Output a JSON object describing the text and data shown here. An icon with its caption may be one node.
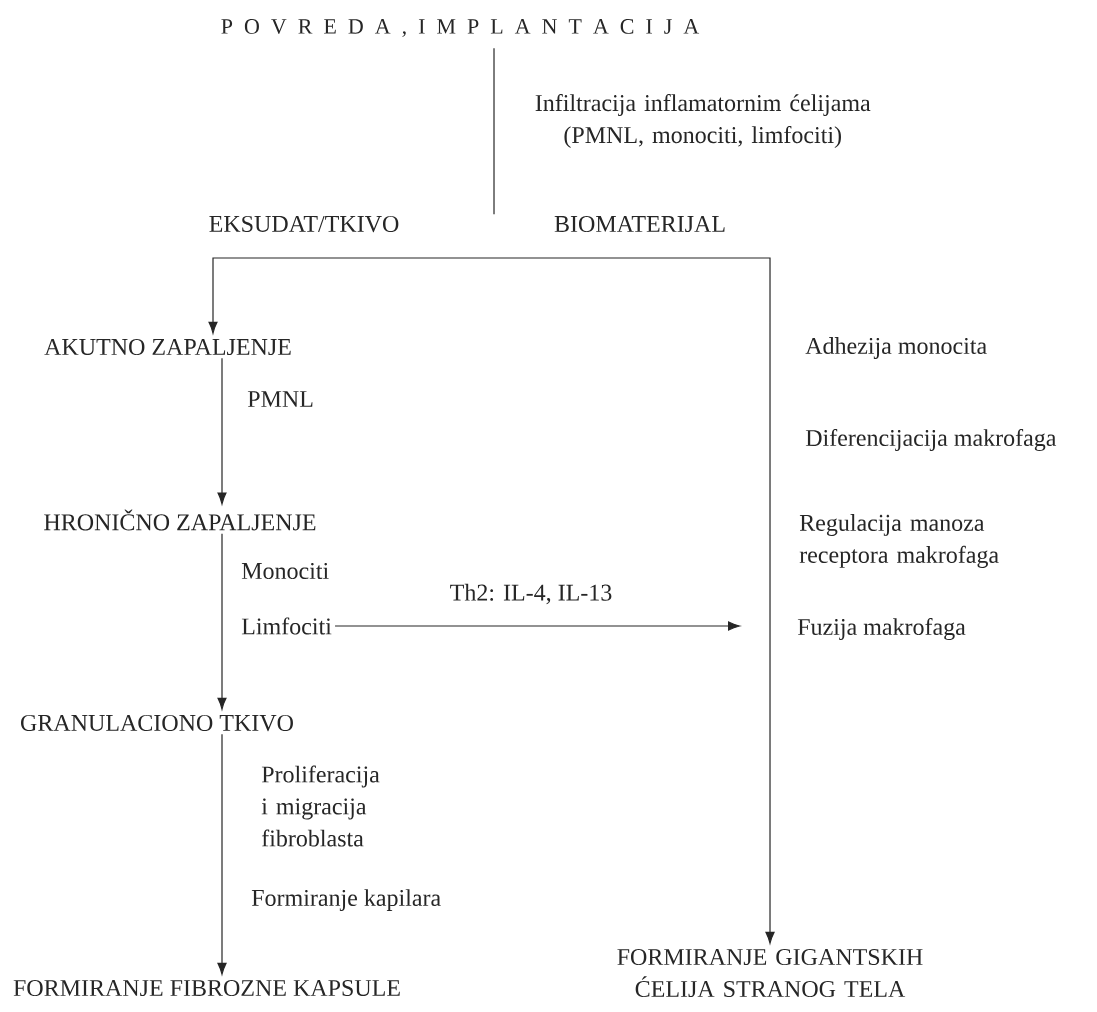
{
  "diagram": {
    "nodes": [
      {
        "text": [
          "P O V R E D A , I M P L A N T A C I J A"
        ]
      },
      {
        "text": [
          "EKSUDAT/TKIVO"
        ]
      },
      {
        "text": [
          "BIOMATERIJAL"
        ]
      },
      {
        "text": [
          "AKUTNO ZAPALJENJE"
        ]
      },
      {
        "text": [
          "HRONIČNO ZAPALJENJE"
        ]
      },
      {
        "text": [
          "Monociti"
        ]
      },
      {
        "text": [
          "Limfociti"
        ]
      },
      {
        "text": [
          "GRANULACIONO TKIVO"
        ]
      },
      {
        "text": [
          "FORMIRANJE FIBROZNE KAPSULE"
        ]
      },
      {
        "text": [
          "FORMIRANJE GIGANTSKIH ĆELIJA STRANOG TELA"
        ]
      }
    ],
    "edges": [
      {
        "from": 0,
        "to": null,
        "arrow": "none",
        "label": "Infiltracija inflamatornim ćelijama (PMNL, monociti, limfociti)"
      },
      {
        "from": 3,
        "to": 9,
        "arrow": "both"
      },
      {
        "from": 3,
        "to": 4,
        "arrow": "to",
        "label": "PMNL"
      },
      {
        "from": 4,
        "to": 7,
        "arrow": "to"
      },
      {
        "from": 6,
        "to": null,
        "arrow": "to",
        "label": "Th2: IL-4, IL-13"
      },
      {
        "from": 7,
        "to": 8,
        "arrow": "to",
        "label": "Proliferacija i migracija fibroblasta"
      }
    ],
    "labels": [
      "Adhezija monocita",
      "Diferencijacija makrofaga",
      "Regulacija manoza receptora makrofaga",
      "Fuzija makrofaga",
      "Formiranje kapilara"
    ]
  }
}
